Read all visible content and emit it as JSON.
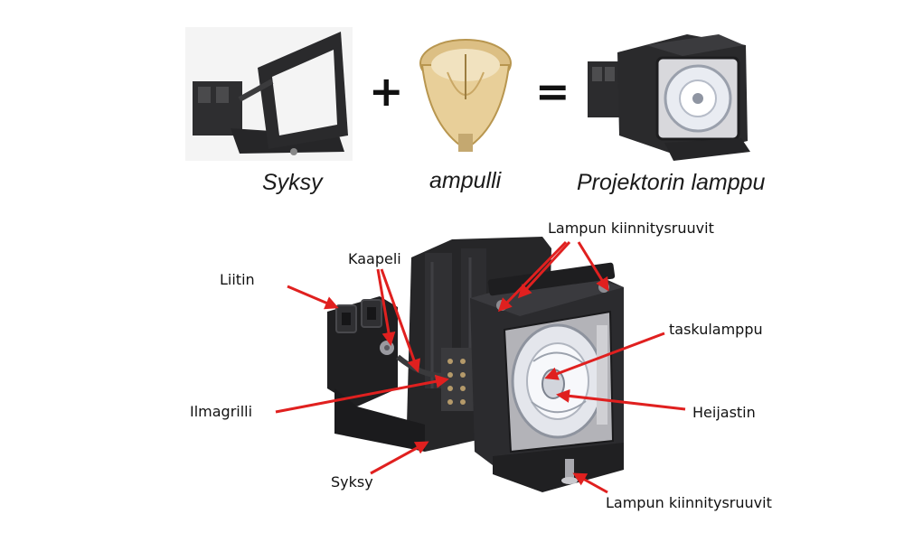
{
  "equation": {
    "part1_caption": "Syksy",
    "plus_sign": "+",
    "part2_caption": "ampulli",
    "equals_sign": "=",
    "result_caption": "Projektorin lamppu"
  },
  "callouts": {
    "screws_top": "Lampun kiinnitysruuvit",
    "cable": "Kaapeli",
    "connector": "Liitin",
    "flashlight": "taskulamppu",
    "air_grille": "Ilmagrilli",
    "reflector": "Heijastin",
    "frame": "Syksy",
    "screws_bottom": "Lampun kiinnitysruuvit"
  },
  "colors": {
    "arrow": "#e0201f",
    "housing": "#2b2b2d",
    "reflector": "#c9c9cf",
    "bulb_glass": "#e8c98e"
  }
}
